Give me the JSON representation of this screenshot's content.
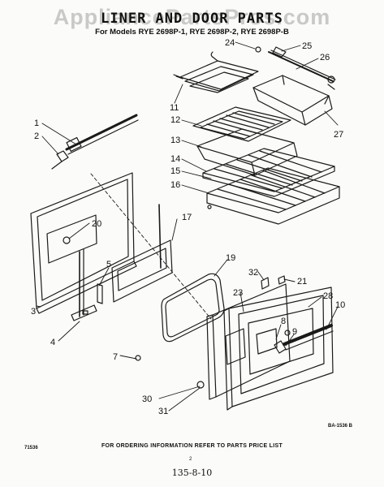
{
  "watermark": "AppliancePartsPros.com",
  "title": "LINER AND DOOR PARTS",
  "subtitle": "For Models RYE 2698P-1, RYE 2698P-2, RYE 2698P-B",
  "callouts": [
    "1",
    "2",
    "3",
    "4",
    "5",
    "7",
    "8",
    "9",
    "10",
    "11",
    "12",
    "13",
    "14",
    "15",
    "16",
    "17",
    "19",
    "20",
    "21",
    "23",
    "24",
    "25",
    "26",
    "27",
    "28",
    "30",
    "31",
    "32"
  ],
  "diagram_code": "BA-1536 B",
  "doc_code": "71536",
  "footer_text": "FOR ORDERING INFORMATION REFER TO PARTS PRICE LIST",
  "page_number": "2",
  "handwritten_note": "135-8-10"
}
